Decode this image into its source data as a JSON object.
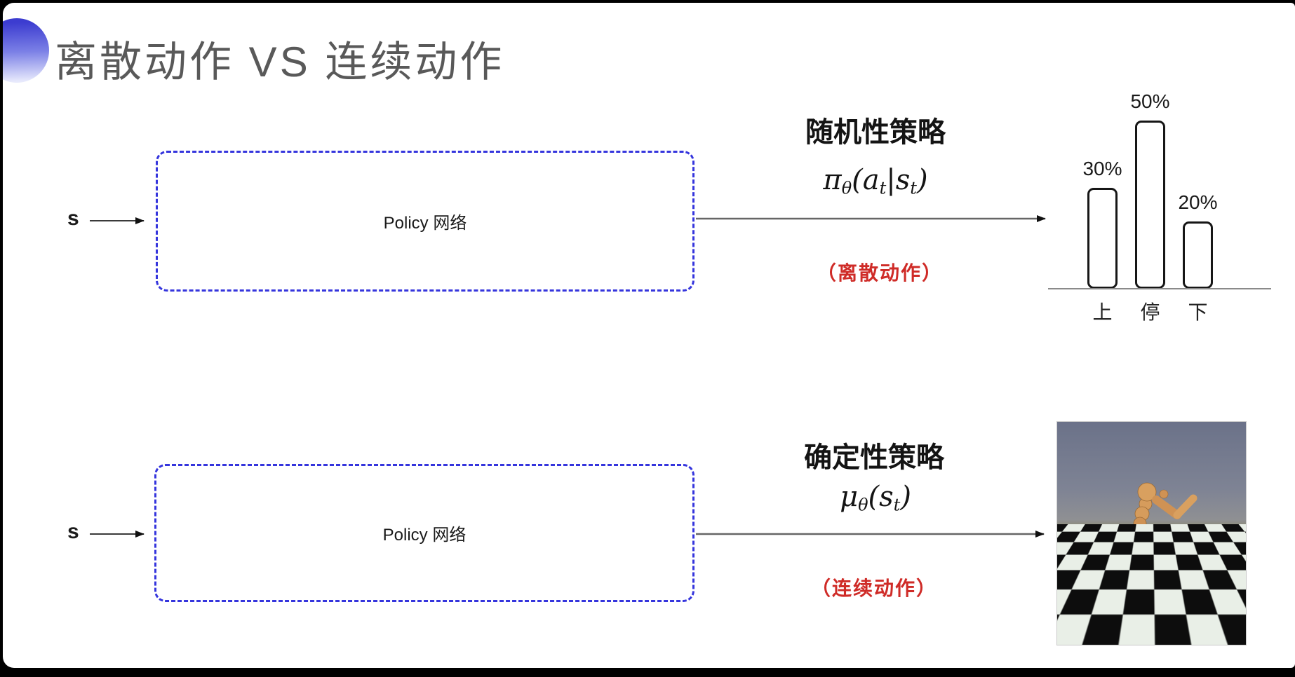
{
  "slide": {
    "title": "离散动作 VS 连续动作"
  },
  "rows": {
    "stochastic": {
      "input_label": "s",
      "box_label": "Policy 网络",
      "policy_type": "随机性策略",
      "formula": "π_θ(a_t|s_t)",
      "action_note": "（离散动作）"
    },
    "deterministic": {
      "input_label": "s",
      "box_label": "Policy 网络",
      "policy_type": "确定性策略",
      "formula": "μ_θ(s_t)",
      "action_note": "（连续动作）"
    }
  },
  "chart_data": {
    "type": "bar",
    "title": "",
    "xlabel": "",
    "ylabel": "",
    "categories": [
      "上",
      "停",
      "下"
    ],
    "values": [
      30,
      50,
      20
    ],
    "value_labels": [
      "30%",
      "50%",
      "20%"
    ],
    "unit": "%",
    "ylim": [
      0,
      60
    ],
    "grid": false,
    "legend": false,
    "bar_fill": "#ffffff",
    "bar_border": "#161616"
  },
  "colors": {
    "box_dash_blue": "#3535dd",
    "note_red": "#cf2b27",
    "title_gray": "#595959",
    "arrow_gray": "#666666"
  }
}
